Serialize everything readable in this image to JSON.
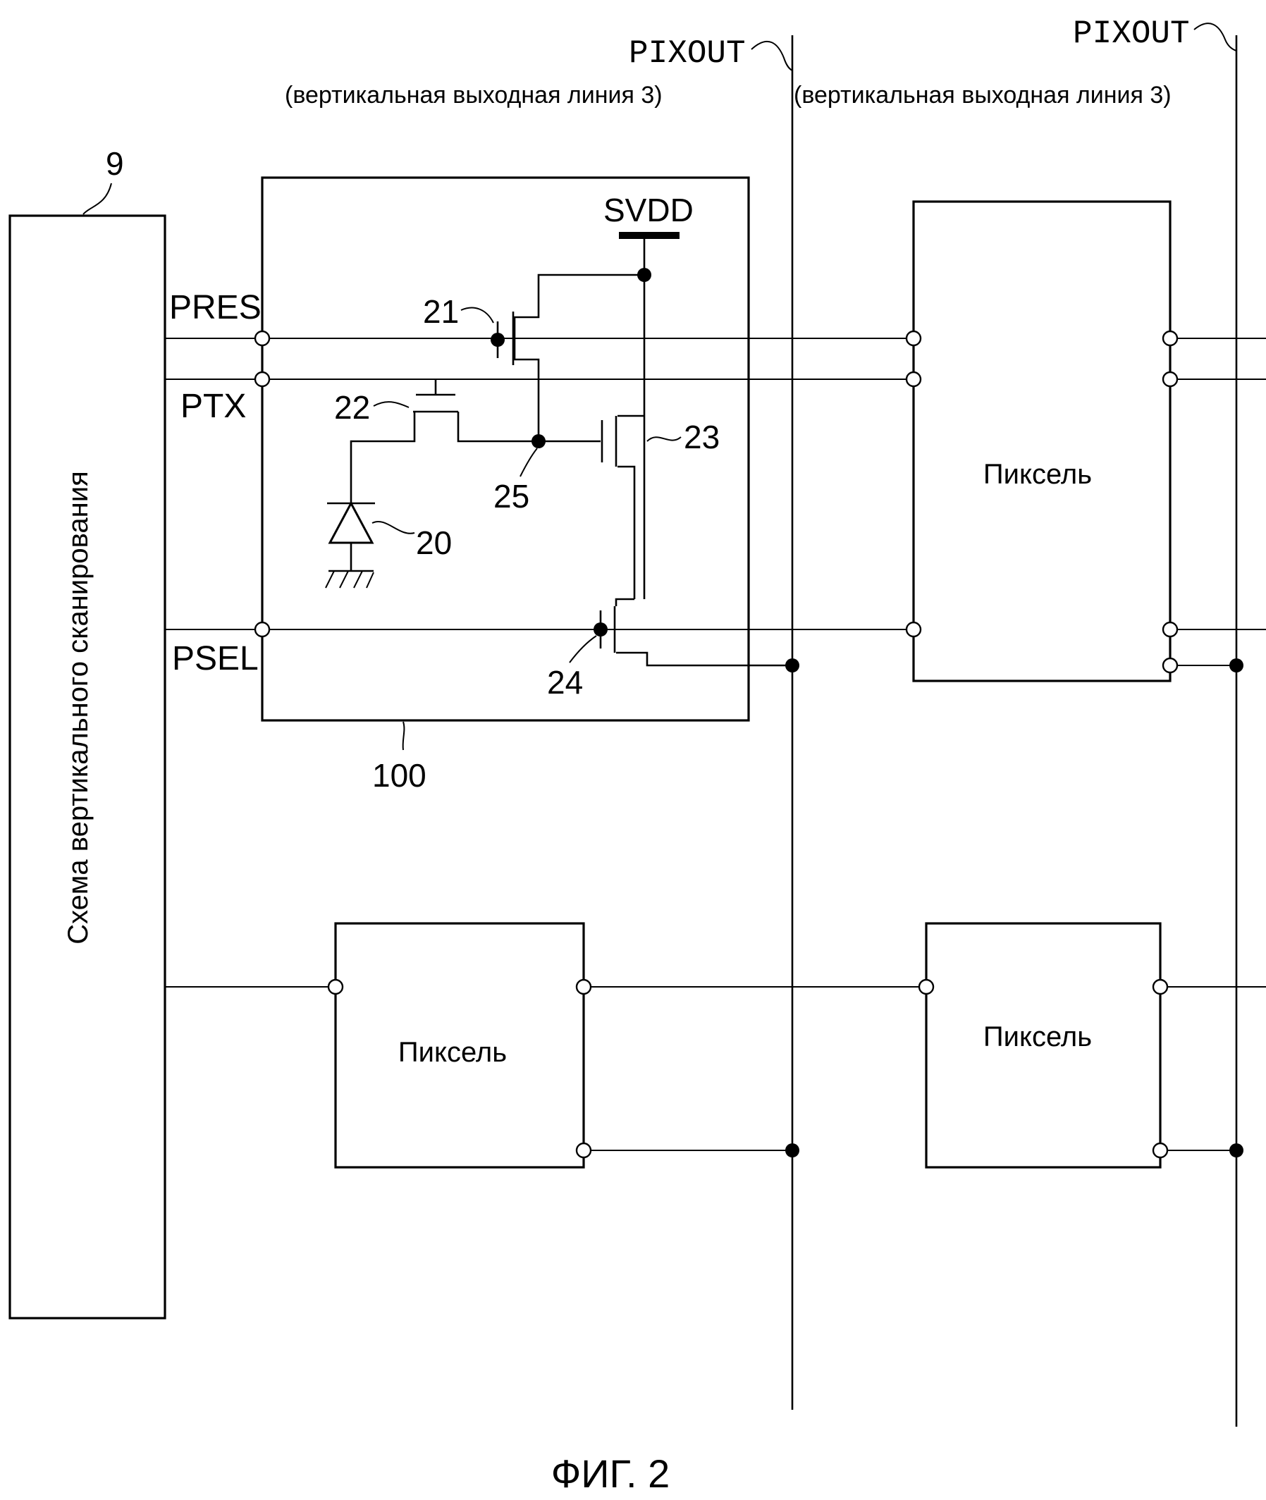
{
  "figure": {
    "caption": "ФИГ. 2"
  },
  "scan_circuit": {
    "ref": "9",
    "label": "Схема вертикального сканирования"
  },
  "signals": {
    "pres": "PRES",
    "ptx": "PTX",
    "psel": "PSEL"
  },
  "output_lines": [
    {
      "name": "PIXOUT",
      "desc": "(вертикальная выходная линия 3)"
    },
    {
      "name": "PIXOUT",
      "desc": "(вертикальная выходная линия 3)"
    }
  ],
  "pixel_100": {
    "ref": "100",
    "supply": "SVDD",
    "refs": {
      "photodiode": "20",
      "reset_tr": "21",
      "transfer_tr": "22",
      "amp_tr": "23",
      "select_tr": "24",
      "fd_node": "25"
    }
  },
  "pixels": [
    {
      "label": "Пиксель"
    },
    {
      "label": "Пиксель"
    },
    {
      "label": "Пиксель"
    }
  ]
}
